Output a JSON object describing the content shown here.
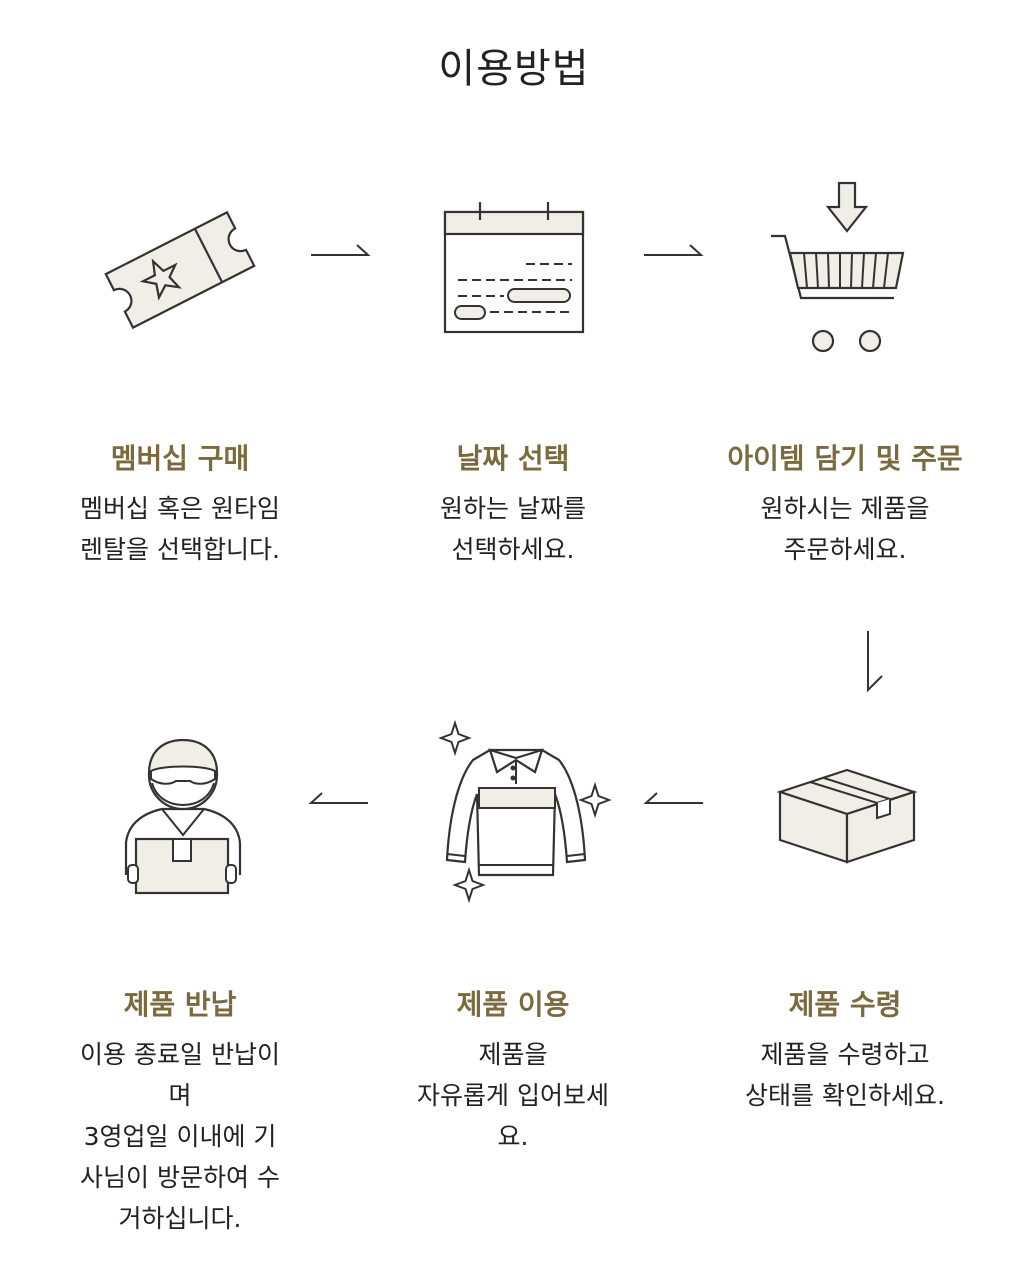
{
  "title": "이용방법",
  "colors": {
    "accent": "#7a6a3e",
    "icon_fill": "#f1eee8",
    "stroke": "#333333"
  },
  "steps": [
    {
      "icon": "ticket-star-icon",
      "title": "멤버십 구매",
      "desc": [
        "멤버십 혹은 원타임",
        "렌탈을 선택합니다."
      ]
    },
    {
      "icon": "calendar-icon",
      "title": "날짜 선택",
      "desc": [
        "원하는 날짜를",
        "선택하세요."
      ]
    },
    {
      "icon": "shopping-cart-icon",
      "title": "아이템 담기 및 주문",
      "desc": [
        "원하시는 제품을",
        "주문하세요."
      ]
    },
    {
      "icon": "box-icon",
      "title": "제품 수령",
      "desc": [
        "제품을 수령하고",
        "상태를 확인하세요."
      ]
    },
    {
      "icon": "sweater-icon",
      "title": "제품 이용",
      "desc": [
        "제품을",
        "자유롭게 입어보세",
        "요."
      ]
    },
    {
      "icon": "courier-icon",
      "title": "제품 반납",
      "desc": [
        "이용 종료일 반납이",
        "며",
        "3영업일 이내에 기",
        "사님이 방문하여 수",
        "거하십니다."
      ]
    }
  ]
}
